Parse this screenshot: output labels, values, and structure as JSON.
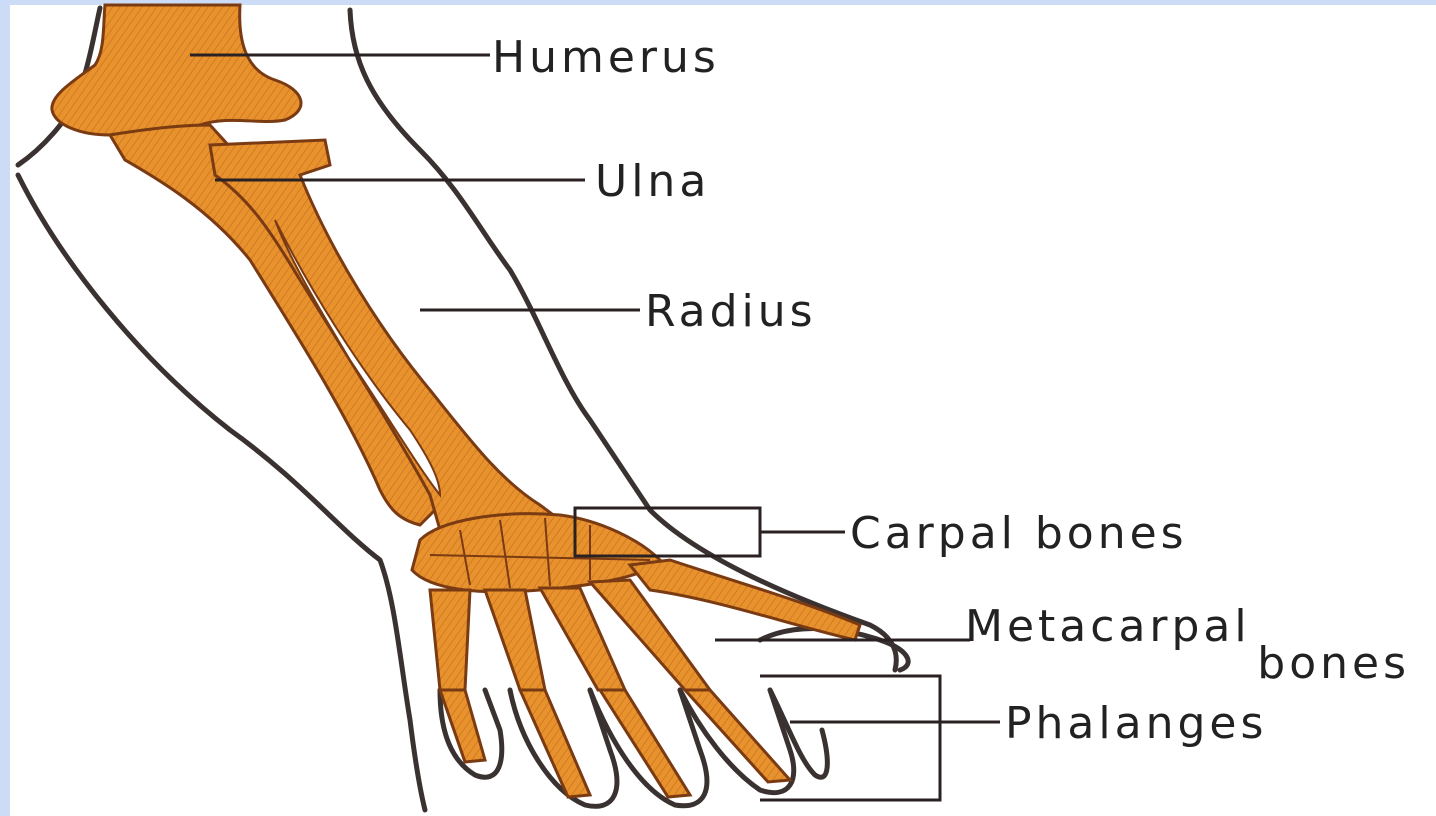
{
  "colors": {
    "bone": "#e8922e",
    "bone_outline": "#7a3a12",
    "skin_outline": "#3a3230",
    "leader_line": "#2a2222",
    "edge_tint": "#cddcf6"
  },
  "labels": {
    "humerus": "Humerus",
    "ulna": "Ulna",
    "radius": "Radius",
    "carpal": "Carpal bones",
    "metacarpal_line1": "Metacarpal",
    "metacarpal_line2": "bones",
    "phalanges": "Phalanges"
  }
}
